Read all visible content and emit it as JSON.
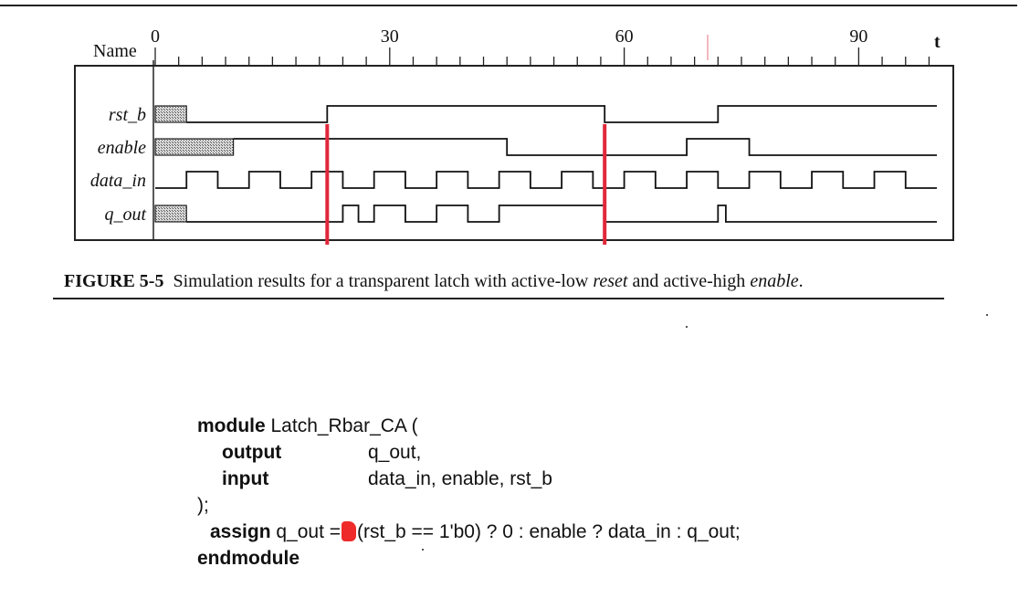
{
  "waveform": {
    "name_label": "Name",
    "time_label": "t",
    "ticks": [
      "0",
      "30",
      "60",
      "90"
    ],
    "time_range": [
      0,
      100
    ],
    "signals": [
      {
        "name": "rst_b",
        "unknown_until": 4,
        "segments": [
          [
            4,
            22,
            0
          ],
          [
            22,
            57.5,
            1
          ],
          [
            57.5,
            72,
            0
          ],
          [
            72,
            100,
            1
          ]
        ]
      },
      {
        "name": "enable",
        "unknown_until": 10,
        "segments": [
          [
            10,
            45,
            1
          ],
          [
            45,
            68,
            0
          ],
          [
            68,
            76,
            1
          ],
          [
            76,
            100,
            0
          ]
        ]
      },
      {
        "name": "data_in",
        "unknown_until": 0,
        "clock_period": 8,
        "clock_start": 4
      },
      {
        "name": "q_out",
        "unknown_until": 4,
        "segments": [
          [
            4,
            24,
            0
          ],
          [
            24,
            26,
            1
          ],
          [
            26,
            28,
            0
          ],
          [
            28,
            32,
            1
          ],
          [
            32,
            36,
            0
          ],
          [
            36,
            40,
            1
          ],
          [
            40,
            44,
            0
          ],
          [
            44,
            57.5,
            1
          ],
          [
            57.5,
            72,
            0
          ],
          [
            72,
            73,
            1
          ],
          [
            73,
            100,
            0
          ]
        ]
      }
    ],
    "markers": [
      22,
      57.5
    ],
    "marker_color": "#e0283a"
  },
  "caption": {
    "label": "FIGURE 5-5",
    "text_before": "Simulation results for a transparent latch with active-low ",
    "italic1": "reset",
    "text_middle": " and active-high ",
    "italic2": "enable",
    "text_after": "."
  },
  "code": {
    "l1_kw": "module",
    "l1_rest": " Latch_Rbar_CA (",
    "l2_kw": "output",
    "l2_val": "q_out,",
    "l3_kw": "input",
    "l3_val": "data_in, enable, rst_b",
    "l4": ");",
    "l5_kw": "assign",
    "l5_a": " q_out =",
    "l5_b": "(rst_b == 1'b0) ? 0 : enable ? data_in : q_out;",
    "l6_kw": "endmodule"
  }
}
